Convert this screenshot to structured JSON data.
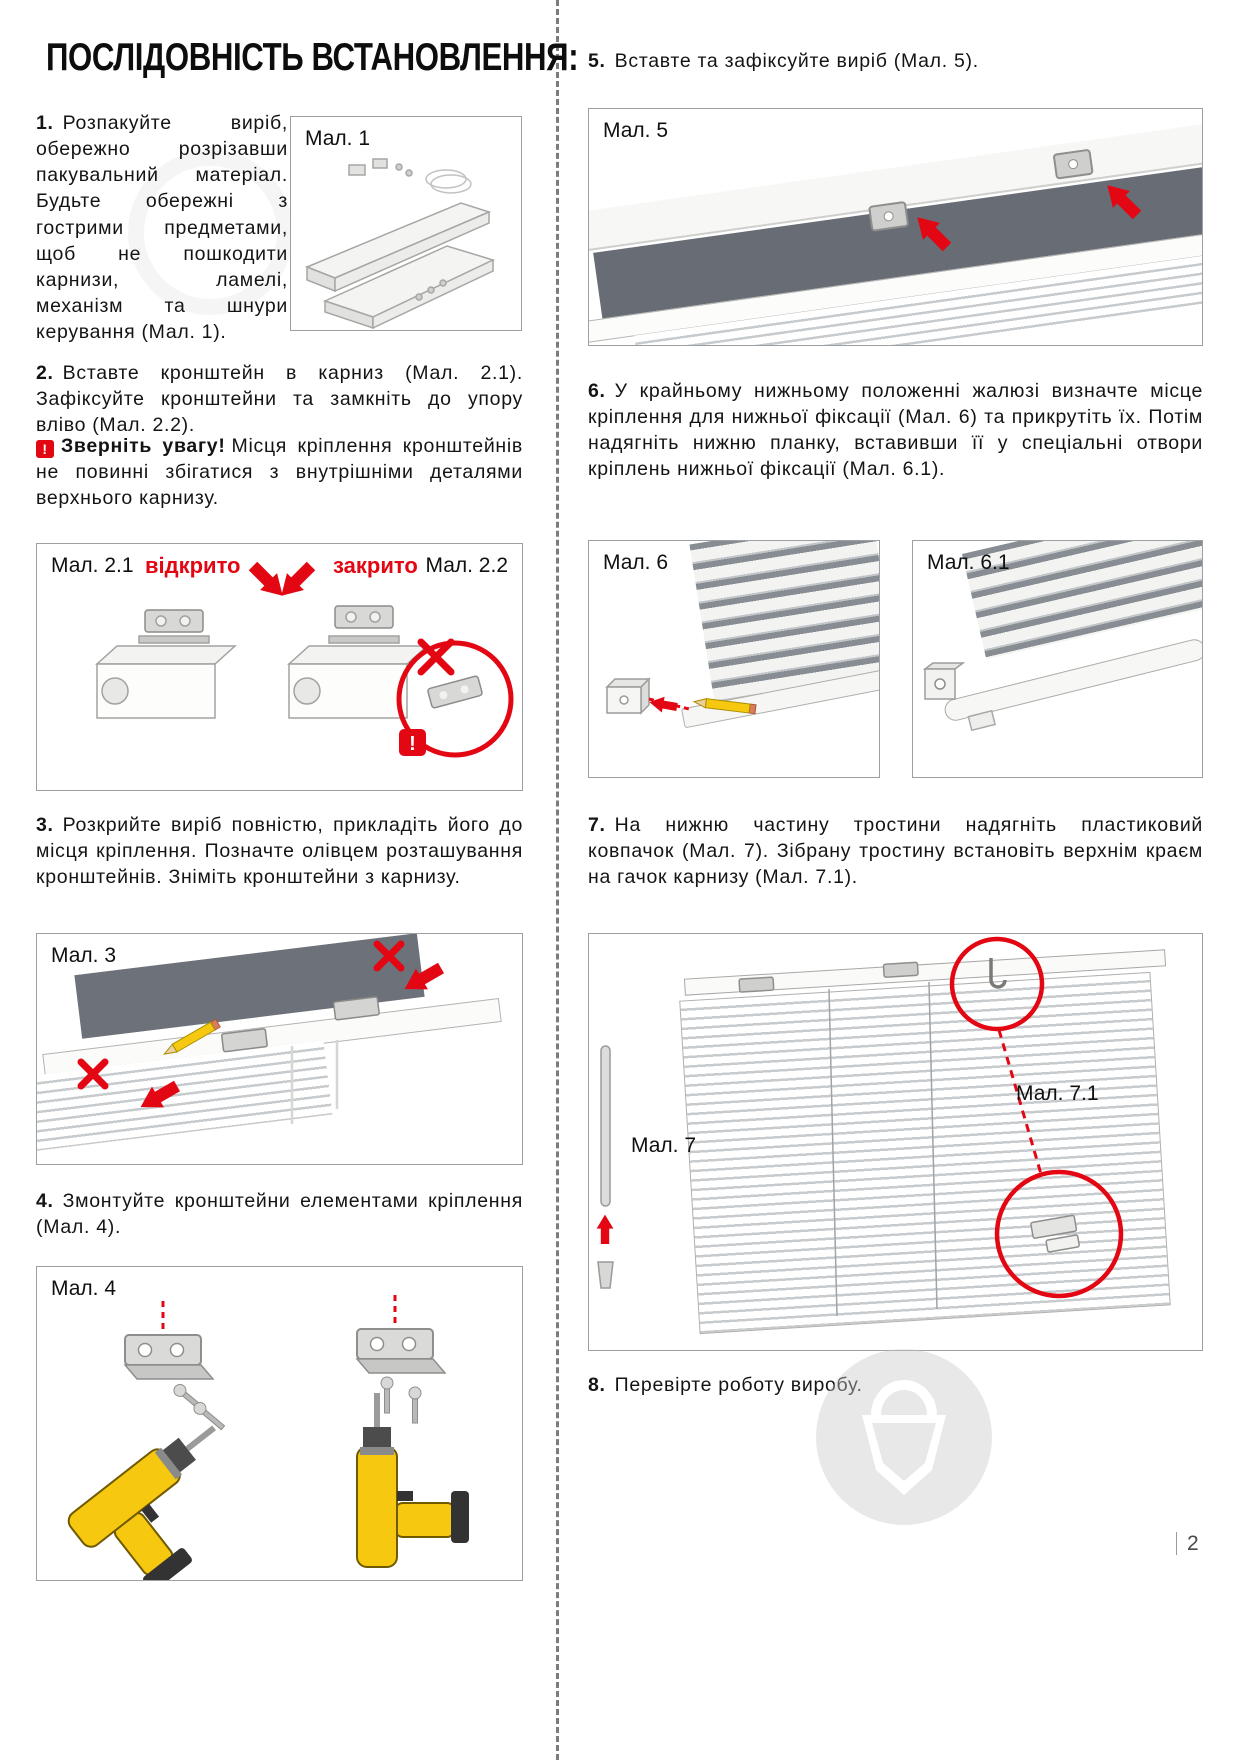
{
  "page": {
    "title": "ПОСЛІДОВНІСТЬ ВСТАНОВЛЕННЯ:",
    "number": "2"
  },
  "labels": {
    "open": "відкрито",
    "closed": "закрито",
    "warning_title": "Зверніть увагу!",
    "warning_text": "Місця кріплення кронштейнів не повинні збігатися з внутрішніми деталями верхнього карнизу.",
    "warn_mark": "!"
  },
  "figures": {
    "f1": "Мал. 1",
    "f21": "Мал. 2.1",
    "f22": "Мал. 2.2",
    "f3": "Мал. 3",
    "f4": "Мал. 4",
    "f5": "Мал. 5",
    "f6": "Мал. 6",
    "f61": "Мал. 6.1",
    "f7": "Мал. 7",
    "f71": "Мал. 7.1"
  },
  "steps": {
    "s1": {
      "num": "1.",
      "text": "Розпакуйте виріб, обережно розрізавши пакувальний матеріал. Будьте обережні з гострими предметами, щоб не пошкодити карнизи, ламелі, механізм та шнури керування (Мал. 1)."
    },
    "s2": {
      "num": "2.",
      "text": "Вставте кронштейн в карниз (Мал. 2.1). Зафіксуйте кронштейни та замкніть до упору вліво (Мал. 2.2)."
    },
    "s3": {
      "num": "3.",
      "text": "Розкрийте виріб повністю, прикладіть його до місця кріплення. Позначте олівцем розташування кронштейнів. Зніміть кронштейни з карнизу."
    },
    "s4": {
      "num": "4.",
      "text": "Змонтуйте кронштейни елементами кріплення (Мал. 4)."
    },
    "s5": {
      "num": "5.",
      "text": "Вставте та зафіксуйте виріб (Мал. 5)."
    },
    "s6": {
      "num": "6.",
      "text": "У крайньому нижньому положенні жалюзі визначте місце кріплення для нижньої фіксації (Мал. 6) та прикрутіть їх. Потім надягніть нижню планку, вставивши її у спеціальні отвори кріплень нижньої фіксації (Мал. 6.1)."
    },
    "s7": {
      "num": "7.",
      "text": "На нижню частину тростини надягніть пластиковий ковпачок (Мал. 7). Зібрану тростину встановіть верхнім краєм на гачок карнизу (Мал. 7.1)."
    },
    "s8": {
      "num": "8.",
      "text": "Перевірте роботу виробу."
    }
  },
  "colors": {
    "accent_red": "#e30613",
    "drill_yellow": "#f6c80f",
    "window_gray": "#6d727a"
  }
}
